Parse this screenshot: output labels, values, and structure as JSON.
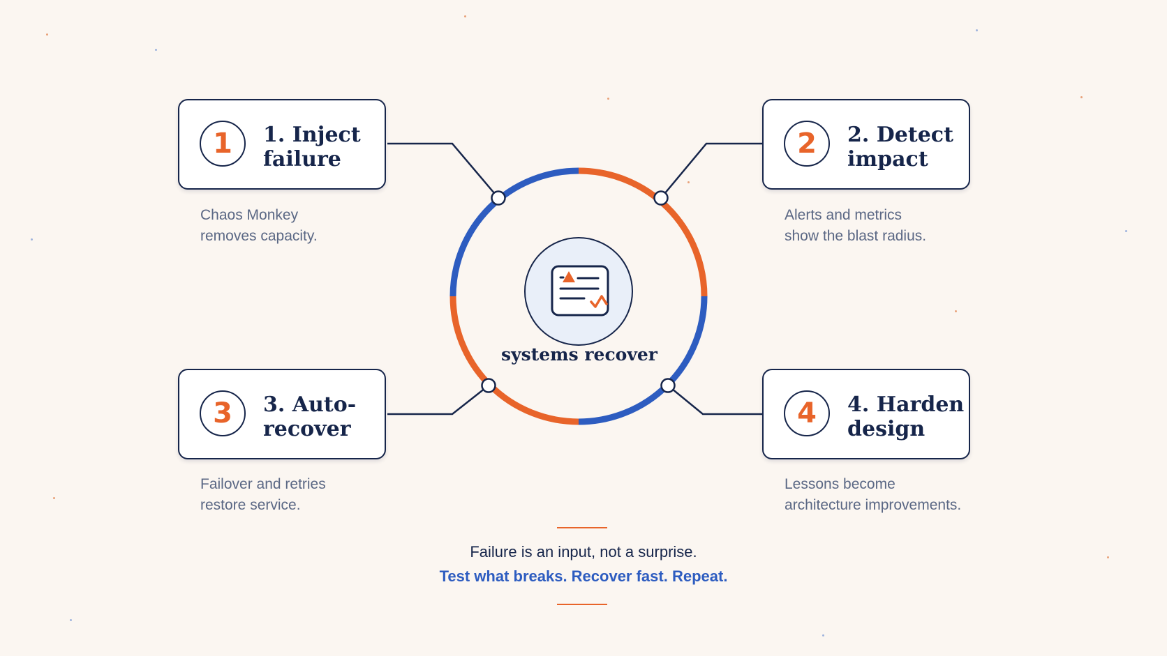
{
  "diagram": {
    "hub": {
      "label": "systems recover",
      "icon": "dashboard-alert-icon"
    },
    "steps": [
      {
        "number": "1",
        "title": "1. Inject\nfailure",
        "description": "Chaos Monkey\nremoves capacity."
      },
      {
        "number": "2",
        "title": "2. Detect\nimpact",
        "description": "Alerts and metrics\nshow the blast radius."
      },
      {
        "number": "3",
        "title": "3. Auto-\nrecover",
        "description": "Failover and retries\nrestore service."
      },
      {
        "number": "4",
        "title": "4. Harden\ndesign",
        "description": "Lessons become\narchitecture improvements."
      }
    ]
  },
  "footer": {
    "line1": "Failure is an input, not a surprise.",
    "line2": "Test what breaks. Recover fast. Repeat."
  },
  "colors": {
    "navy": "#16254a",
    "blue": "#2d5cc0",
    "orange": "#e8642a",
    "background": "#fbf6f1"
  }
}
